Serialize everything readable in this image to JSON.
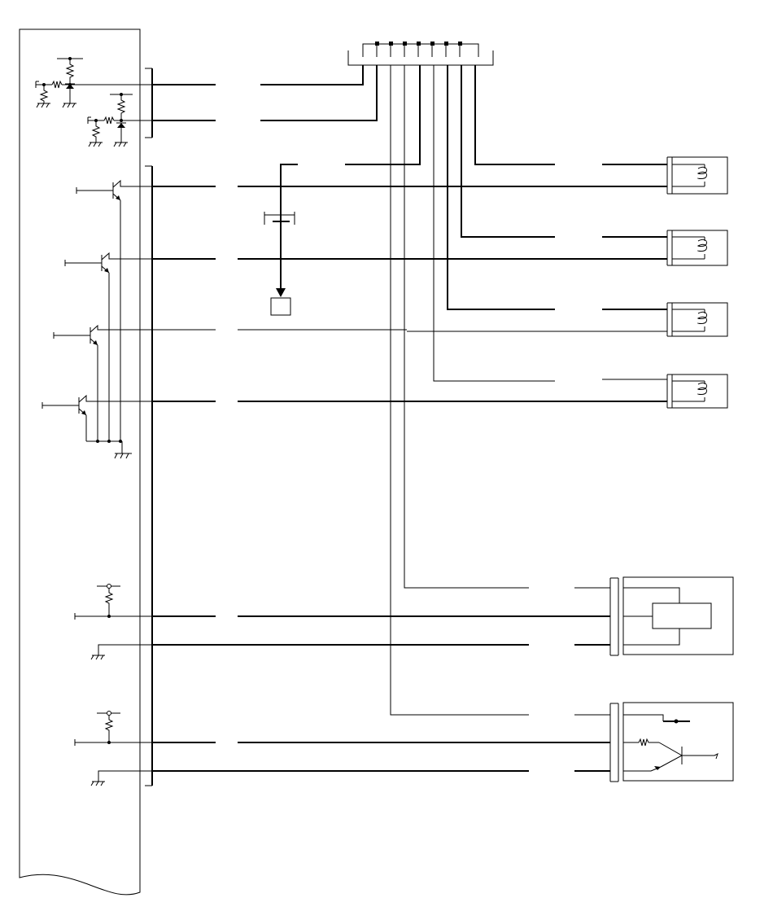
{
  "diagram": {
    "kind": "wiring-schematic",
    "has_text_labels": false,
    "colors": {
      "line": "#000000",
      "background": "#ffffff"
    },
    "blocks": {
      "ecu": {
        "sensor_inputs": 2,
        "transistor_drivers": 4,
        "pullup_inputs": 2
      },
      "top_connector": {
        "pins": 8
      },
      "relays": {
        "count": 4,
        "icon": "coil-icon"
      },
      "sensor_box": {
        "count": 1,
        "icon": "sensor-element-icon"
      },
      "amplifier_box": {
        "count": 1,
        "icon": "op-amp-icon"
      },
      "ground_box": {
        "count": 1,
        "icon": "ground-arrow-icon"
      }
    }
  }
}
